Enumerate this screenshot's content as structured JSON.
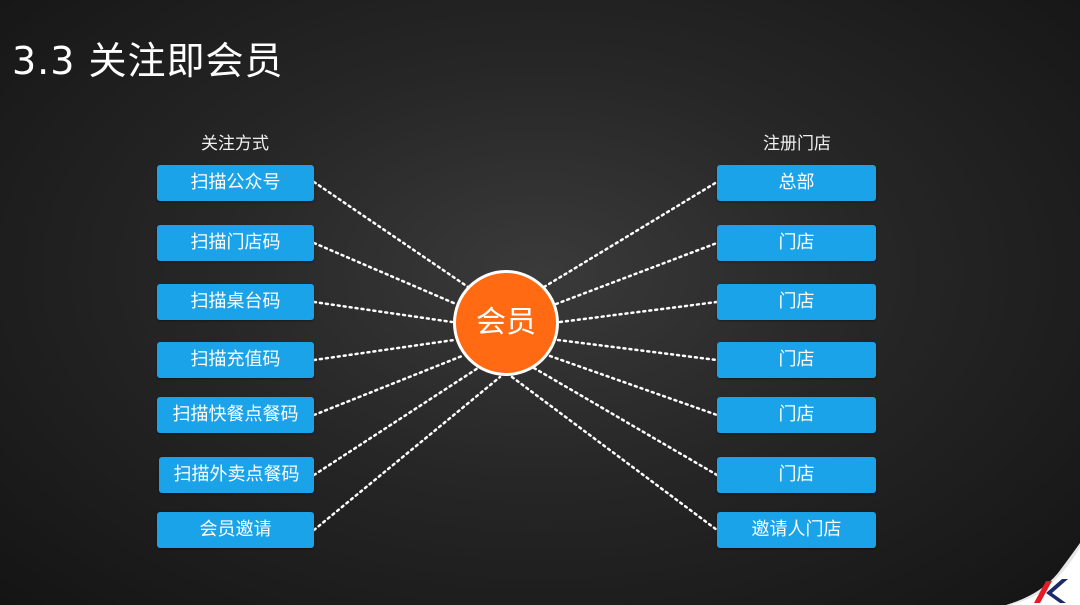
{
  "title": "3.3 关注即会员",
  "center_label": "会员",
  "left": {
    "heading": "关注方式",
    "items": [
      "扫描公众号",
      "扫描门店码",
      "扫描桌台码",
      "扫描充值码",
      "扫描快餐点餐码",
      "扫描外卖点餐码",
      "会员邀请"
    ]
  },
  "right": {
    "heading": "注册门店",
    "items": [
      "总部",
      "门店",
      "门店",
      "门店",
      "门店",
      "门店",
      "邀请人门店"
    ]
  },
  "colors": {
    "box": "#1aa3e8",
    "center": "#ff6a12",
    "logo": "#e21b24"
  }
}
